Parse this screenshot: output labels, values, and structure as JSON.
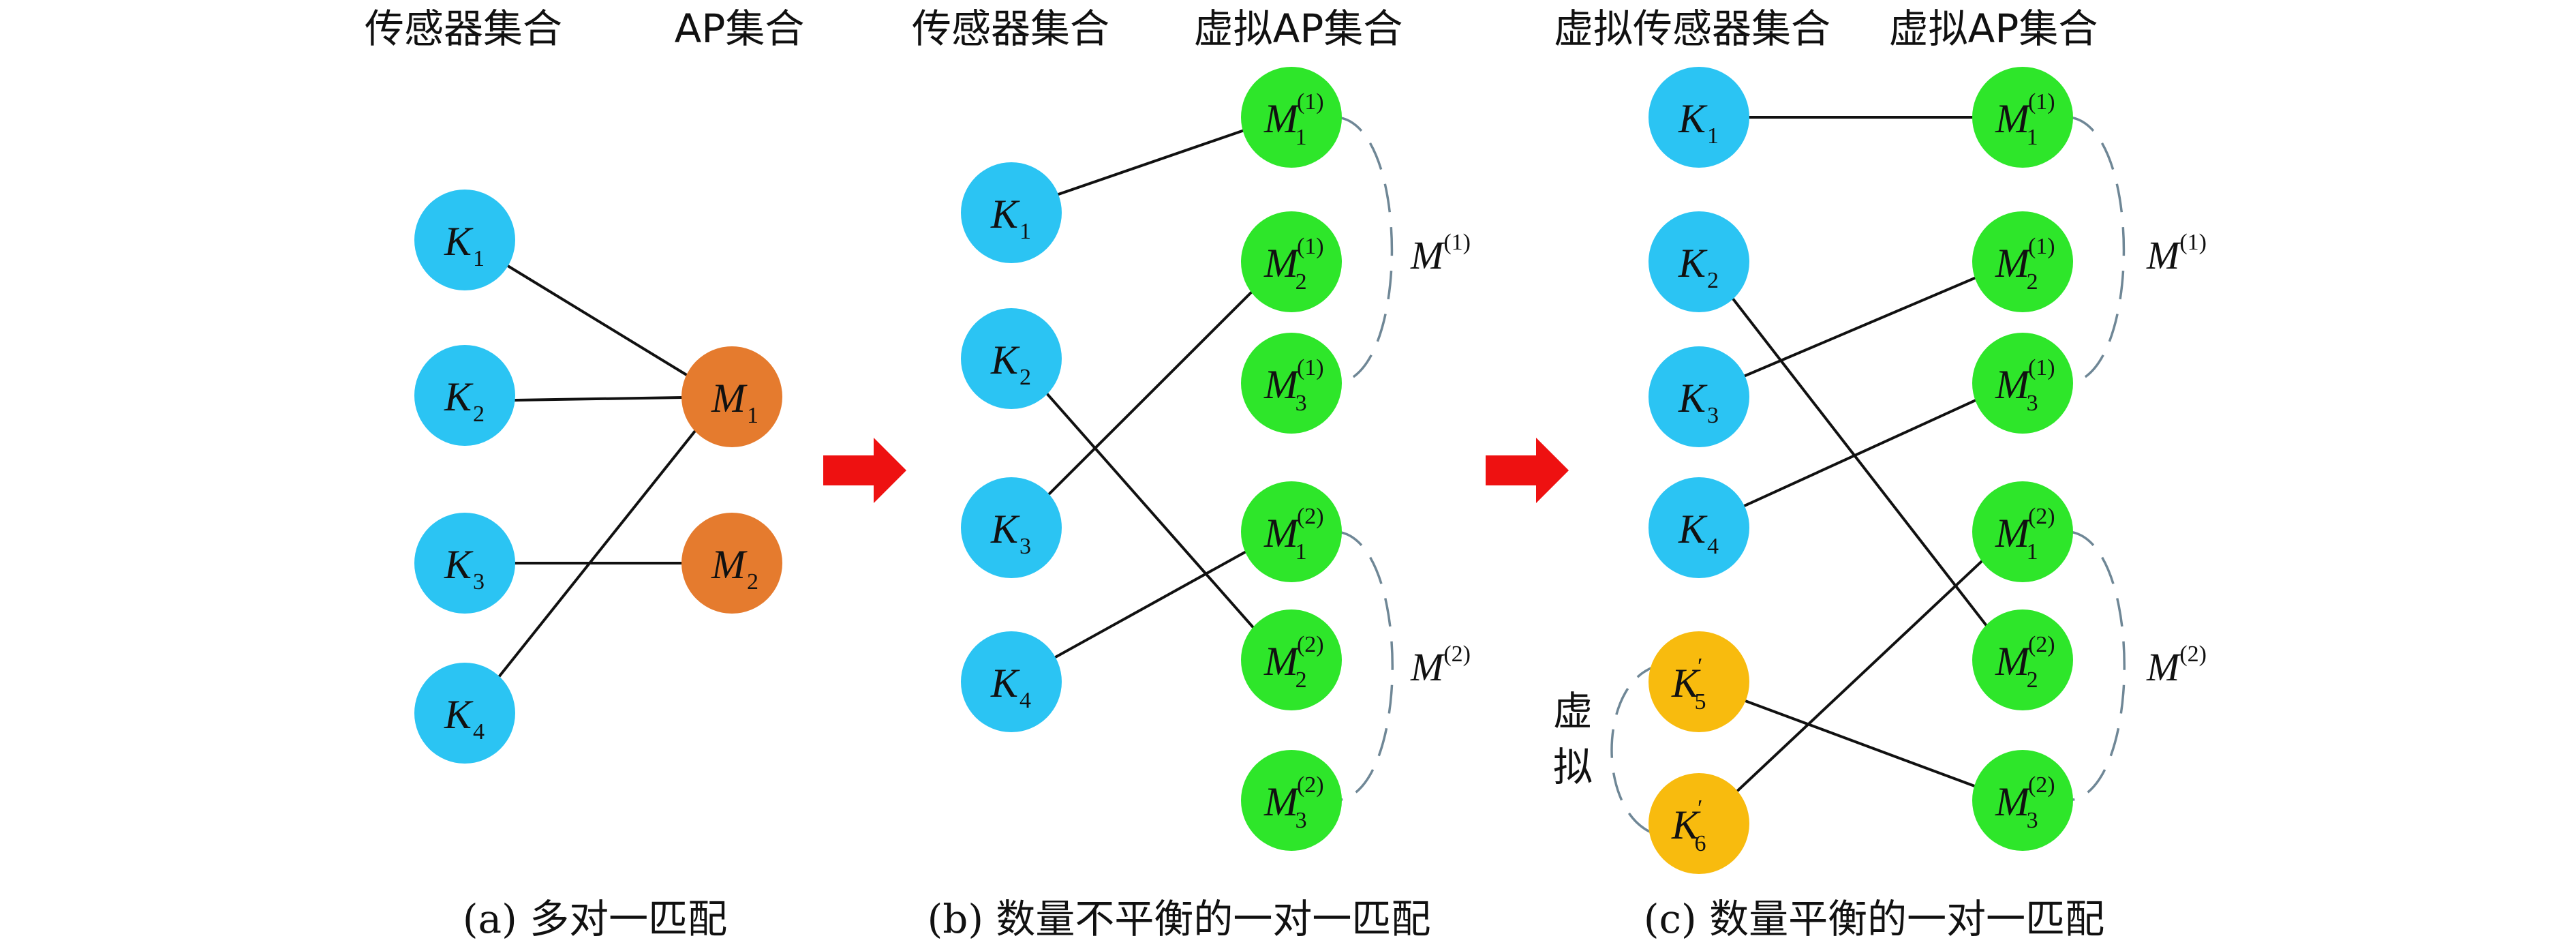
{
  "colors": {
    "sensor": "#2bc4f3",
    "ap": "#e57b2e",
    "virtual_ap": "#2ee62a",
    "virtual_sensor": "#f8bb0e",
    "edge": "#111111",
    "bracket": "#6f8796",
    "arrow": "#ee1111"
  },
  "panels": {
    "a": {
      "left_header": "传感器集合",
      "right_header": "AP集合",
      "caption": "(a) 多对一匹配",
      "sensors": [
        {
          "main": "K",
          "sub": "1"
        },
        {
          "main": "K",
          "sub": "2"
        },
        {
          "main": "K",
          "sub": "3"
        },
        {
          "main": "K",
          "sub": "4"
        }
      ],
      "aps": [
        {
          "main": "M",
          "sub": "1"
        },
        {
          "main": "M",
          "sub": "2"
        }
      ],
      "edges": [
        [
          0,
          0
        ],
        [
          1,
          0
        ],
        [
          2,
          1
        ],
        [
          3,
          0
        ]
      ]
    },
    "b": {
      "left_header": "传感器集合",
      "right_header": "虚拟AP集合",
      "caption": "(b) 数量不平衡的一对一匹配",
      "sensors": [
        {
          "main": "K",
          "sub": "1"
        },
        {
          "main": "K",
          "sub": "2"
        },
        {
          "main": "K",
          "sub": "3"
        },
        {
          "main": "K",
          "sub": "4"
        }
      ],
      "aps": [
        {
          "main": "M",
          "sub": "1",
          "sup": "(1)"
        },
        {
          "main": "M",
          "sub": "2",
          "sup": "(1)"
        },
        {
          "main": "M",
          "sub": "3",
          "sup": "(1)"
        },
        {
          "main": "M",
          "sub": "1",
          "sup": "(2)"
        },
        {
          "main": "M",
          "sub": "2",
          "sup": "(2)"
        },
        {
          "main": "M",
          "sub": "3",
          "sup": "(2)"
        }
      ],
      "edges": [
        [
          0,
          0
        ],
        [
          1,
          4
        ],
        [
          2,
          1
        ],
        [
          3,
          3
        ]
      ],
      "groups": [
        {
          "main": "M",
          "sup": "(1)"
        },
        {
          "main": "M",
          "sup": "(2)"
        }
      ]
    },
    "c": {
      "left_header": "虚拟传感器集合",
      "right_header": "虚拟AP集合",
      "caption": "(c) 数量平衡的一对一匹配",
      "sensors": [
        {
          "main": "K",
          "sub": "1"
        },
        {
          "main": "K",
          "sub": "2"
        },
        {
          "main": "K",
          "sub": "3"
        },
        {
          "main": "K",
          "sub": "4"
        },
        {
          "main": "K",
          "sub": "5",
          "sup": "′",
          "virtual": true
        },
        {
          "main": "K",
          "sub": "6",
          "sup": "′",
          "virtual": true
        }
      ],
      "aps": [
        {
          "main": "M",
          "sub": "1",
          "sup": "(1)"
        },
        {
          "main": "M",
          "sub": "2",
          "sup": "(1)"
        },
        {
          "main": "M",
          "sub": "3",
          "sup": "(1)"
        },
        {
          "main": "M",
          "sub": "1",
          "sup": "(2)"
        },
        {
          "main": "M",
          "sub": "2",
          "sup": "(2)"
        },
        {
          "main": "M",
          "sub": "3",
          "sup": "(2)"
        }
      ],
      "edges": [
        [
          0,
          0
        ],
        [
          1,
          4
        ],
        [
          2,
          1
        ],
        [
          3,
          2
        ],
        [
          4,
          5
        ],
        [
          5,
          3
        ]
      ],
      "groups": [
        {
          "main": "M",
          "sup": "(1)"
        },
        {
          "main": "M",
          "sup": "(2)"
        }
      ],
      "virtual_note": [
        "虚",
        "拟"
      ]
    }
  }
}
